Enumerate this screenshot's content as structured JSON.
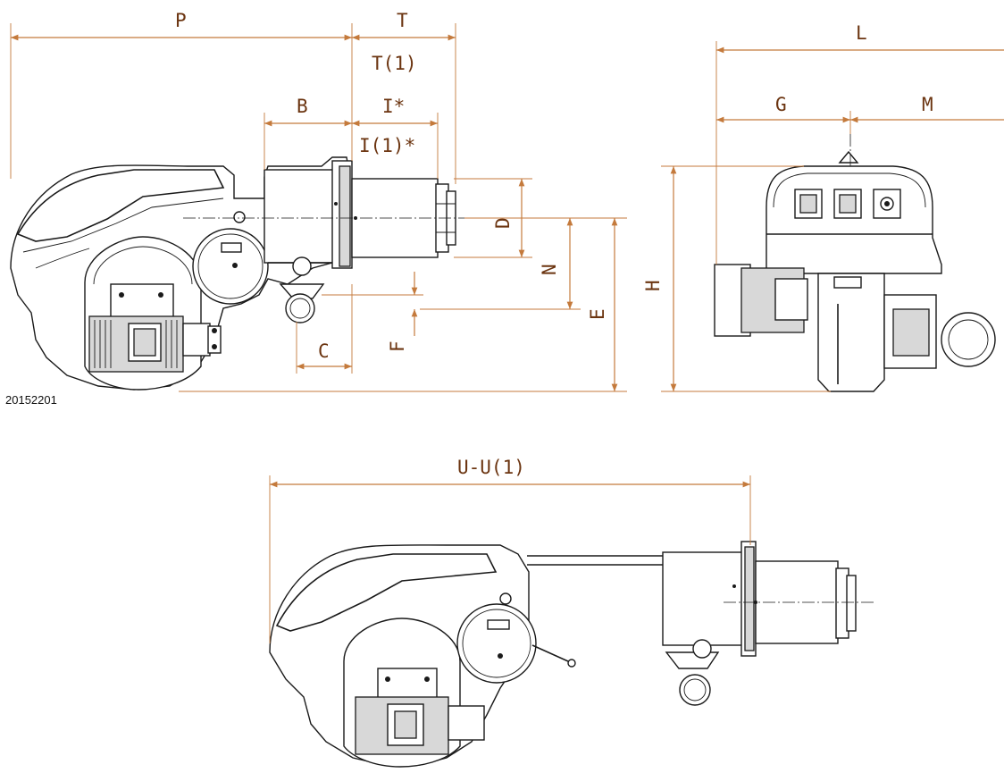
{
  "drawing": {
    "code": "20152201",
    "dimensions": {
      "P": "P",
      "T": "T",
      "T1": "T(1)",
      "B": "B",
      "I_star": "I*",
      "I1_star": "I(1)*",
      "D": "D",
      "N": "N",
      "E": "E",
      "F": "F",
      "C": "C",
      "H": "H",
      "L": "L",
      "G": "G",
      "M": "M",
      "U": "U-U(1)"
    }
  },
  "colors": {
    "dimension": "#c47a3c",
    "label": "#6b3410",
    "ink": "#1a1a1a"
  }
}
